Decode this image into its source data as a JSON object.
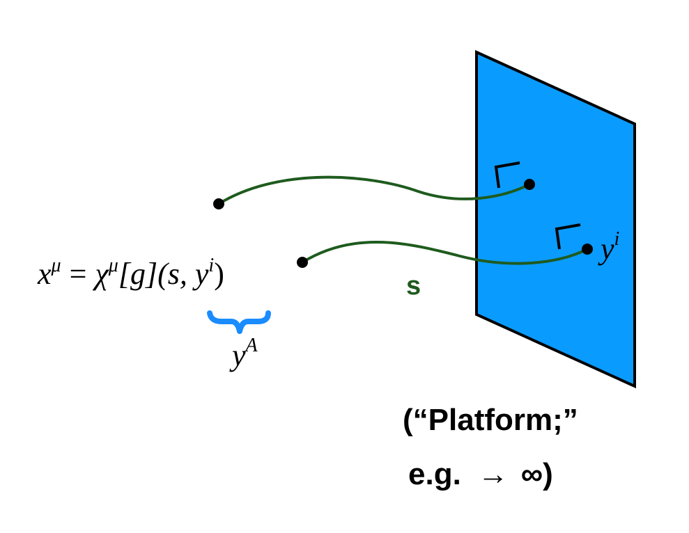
{
  "colors": {
    "platform_fill": "#0a9bff",
    "platform_stroke": "#000000",
    "curve": "#1e5b1e",
    "brace": "#1a8cff",
    "point": "#000000",
    "text": "#000000",
    "s_label": "#1e5b1e"
  },
  "equation": {
    "x": "x",
    "mu1": "μ",
    "equals": "=",
    "chi": "χ",
    "mu2": "μ",
    "bracket_g": "[g](s, y",
    "i": "i",
    "close": ")"
  },
  "brace_label": {
    "y": "y",
    "sup": "A"
  },
  "platform_point_label": {
    "y": "y",
    "sup": "i"
  },
  "s_label": "s",
  "caption": {
    "line1": "(“Platform;”",
    "line2_prefix": "e.g.",
    "line2_arrow": "→",
    "line2_infinity": "∞)"
  }
}
